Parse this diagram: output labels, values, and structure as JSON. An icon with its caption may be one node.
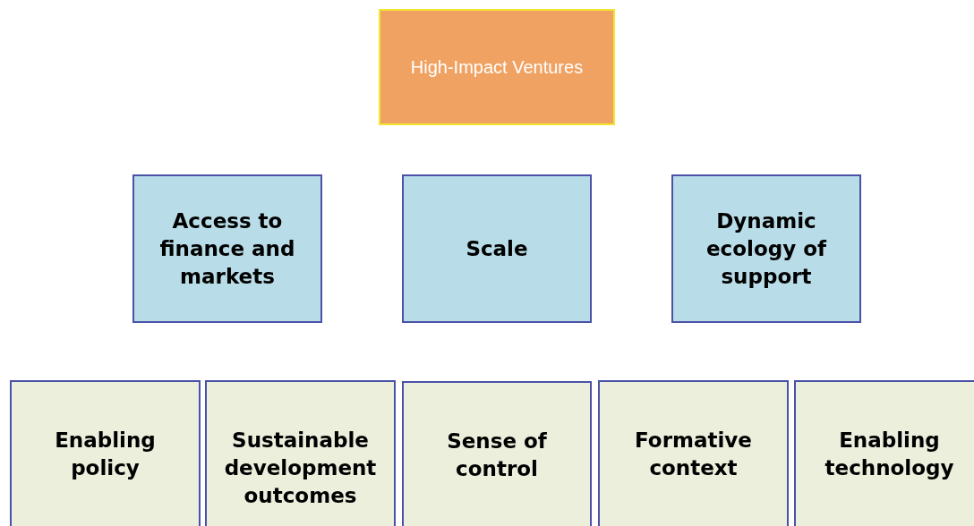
{
  "diagram": {
    "nodes": [
      {
        "text": [
          "High-Impact Ventures"
        ]
      },
      {
        "text": [
          "Access to finance and markets"
        ]
      },
      {
        "text": [
          "Scale"
        ]
      },
      {
        "text": [
          "Dynamic ecology of support"
        ]
      },
      {
        "text": [
          "Enabling policy"
        ]
      },
      {
        "text": [
          "Sustainable development outcomes"
        ]
      },
      {
        "text": [
          "Sense of control"
        ]
      },
      {
        "text": [
          "Formative context"
        ]
      },
      {
        "text": [
          "Enabling technology"
        ]
      }
    ]
  }
}
